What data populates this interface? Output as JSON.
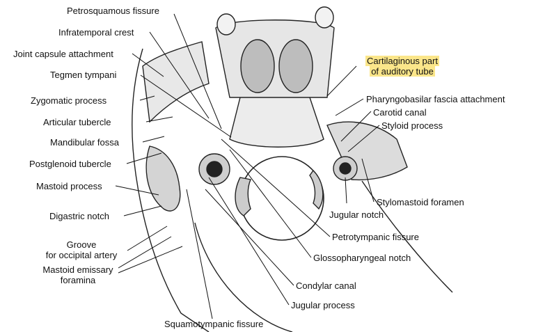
{
  "labels": {
    "petrosquamous_fissure": "Petrosquamous fissure",
    "infratemporal_crest": "Infratemporal crest",
    "joint_capsule_attachment": "Joint capsule attachment",
    "tegmen_tympani": "Tegmen tympani",
    "zygomatic_process": "Zygomatic process",
    "articular_tubercle": "Articular tubercle",
    "mandibular_fossa": "Mandibular fossa",
    "postglenoid_tubercle": "Postglenoid tubercle",
    "mastoid_process": "Mastoid process",
    "digastric_notch": "Digastric notch",
    "groove_line1": "Groove",
    "groove_line2": "for occipital artery",
    "mastoid_emissary_line1": "Mastoid emissary",
    "mastoid_emissary_line2": "foramina",
    "squamotympanic_fissure": "Squamotympanic fissure",
    "jugular_process": "Jugular process",
    "condylar_canal": "Condylar canal",
    "glossopharyngeal_notch": "Glossopharyngeal notch",
    "petrotympanic_fissure": "Petrotympanic fissure",
    "jugular_notch": "Jugular notch",
    "stylomastoid_foramen": "Stylomastoid foramen",
    "styloid_process": "Styloid process",
    "carotid_canal": "Carotid canal",
    "pharyngobasilar_fascia_attachment": "Pharyngobasilar fascia attachment",
    "cartilaginous_line1": "Cartilaginous part",
    "cartilaginous_line2": "of auditory tube"
  },
  "colors": {
    "highlight": "#fbe68a",
    "ink": "#111111"
  }
}
